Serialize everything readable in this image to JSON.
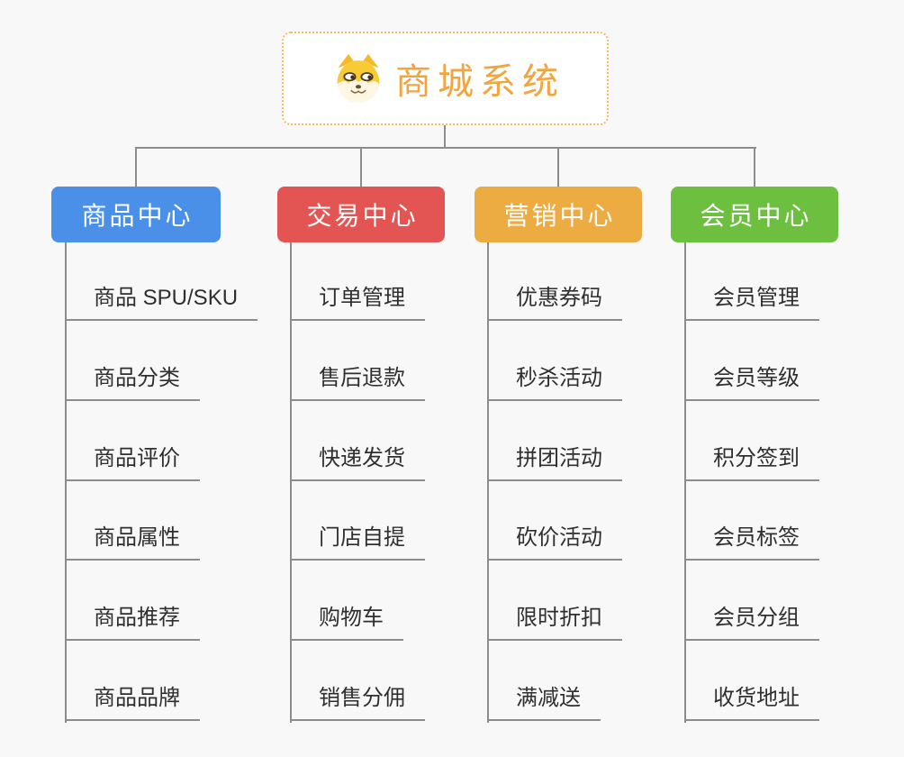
{
  "root": {
    "label": "商城系统",
    "icon": "shiba-dog-icon"
  },
  "branches": [
    {
      "label": "商品中心",
      "color": "#4a8fe8",
      "children": [
        "商品 SPU/SKU",
        "商品分类",
        "商品评价",
        "商品属性",
        "商品推荐",
        "商品品牌"
      ]
    },
    {
      "label": "交易中心",
      "color": "#e25552",
      "children": [
        "订单管理",
        "售后退款",
        "快递发货",
        "门店自提",
        "购物车",
        "销售分佣"
      ]
    },
    {
      "label": "营销中心",
      "color": "#edac42",
      "children": [
        "优惠券码",
        "秒杀活动",
        "拼团活动",
        "砍价活动",
        "限时折扣",
        "满减送"
      ]
    },
    {
      "label": "会员中心",
      "color": "#6dbf3f",
      "children": [
        "会员管理",
        "会员等级",
        "积分签到",
        "会员标签",
        "会员分组",
        "收货地址"
      ]
    }
  ],
  "colors": {
    "background": "#f8f8f8",
    "connector_line": "#8c8c8c",
    "root_text": "#f0a541",
    "root_border": "#f3bc64",
    "root_background": "#ffffff",
    "leaf_text": "#2f2f2f",
    "branch_text": "#ffffff"
  }
}
